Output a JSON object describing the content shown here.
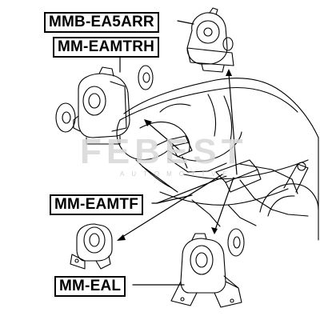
{
  "labels": {
    "mmb_ea5arr": "MMB-EA5ARR",
    "mm_eamtrh": "MM-EAMTRH",
    "mm_eamtf": "MM-EAMTF",
    "mm_eal": "MM-EAL"
  },
  "watermark": {
    "logo": "FEBEST",
    "tagline": "AUTOMOTIVE"
  },
  "colors": {
    "line": "#000000",
    "background": "#ffffff",
    "watermark": "#d8d8d8"
  }
}
